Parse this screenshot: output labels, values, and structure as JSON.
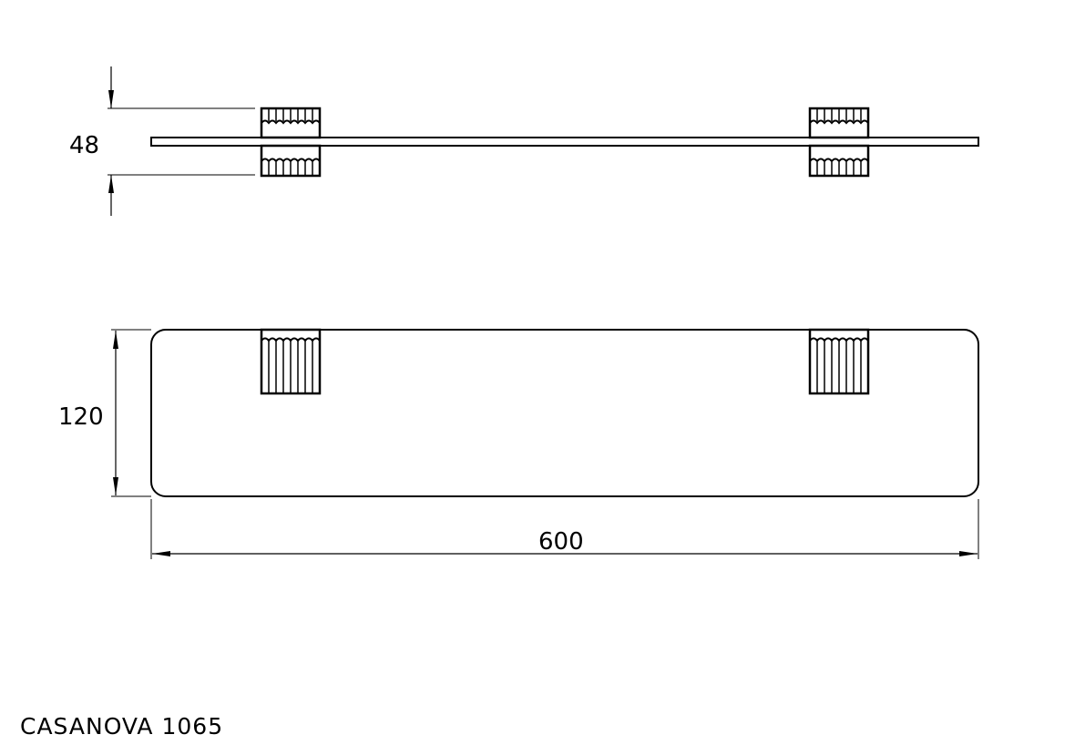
{
  "drawing": {
    "title": "CASANOVA 1065",
    "dimensions": {
      "height": "48",
      "depth": "120",
      "width": "600"
    },
    "views": [
      "side-view",
      "top-view"
    ],
    "bracket_count": 2,
    "line_color": "#000000",
    "background": "#ffffff"
  }
}
